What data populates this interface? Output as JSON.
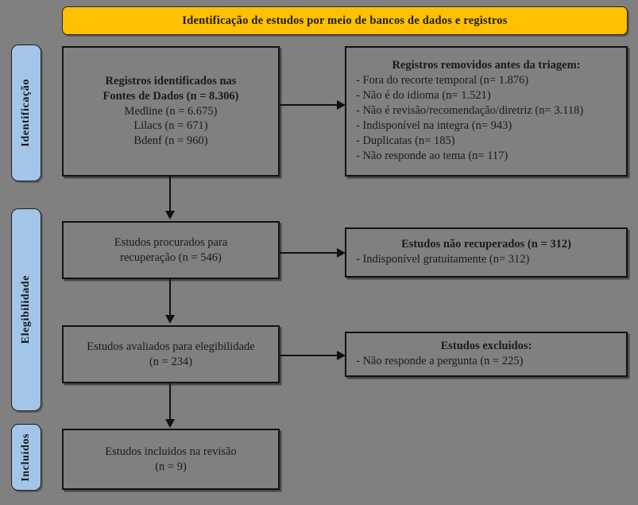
{
  "banner": {
    "title": "Identificação de estudos por meio de bancos de dados e registros"
  },
  "stages": [
    {
      "id": "identificacao",
      "label": "Identificação"
    },
    {
      "id": "elegibilidade",
      "label": "Elegibilidade"
    },
    {
      "id": "incluidos",
      "label": "Incluídos"
    }
  ],
  "boxes": {
    "identified": {
      "lines": [
        "Registros identificados nas",
        "Fontes de Dados (n = 8.306)",
        "Medline (n = 6.675)",
        "Lilacs (n = 671)",
        "Bdenf (n = 960)"
      ]
    },
    "removed": {
      "title": "Registros removidos antes da triagem:",
      "items": [
        "-  Fora do recorte temporal (n= 1.876)",
        "-  Não é do idioma (n= 1.521)",
        "-  Não é revisão/recomendação/diretriz (n= 3.118)",
        "-  Indisponível na integra (n= 943)",
        "-  Duplicatas (n= 185)",
        "-  Não responde ao tema (n= 117)"
      ]
    },
    "sought": {
      "lines": [
        "Estudos procurados para",
        "recuperação (n = 546)"
      ]
    },
    "not_retrieved": {
      "title": "Estudos não recuperados (n = 312)",
      "items": [
        "- Indisponível gratuitamente (n= 312)"
      ]
    },
    "assessed": {
      "lines": [
        "Estudos avaliados para elegibilidade",
        "(n = 234)"
      ]
    },
    "excluded": {
      "title": "Estudos excluidos:",
      "items": [
        "- Não responde a pergunta (n = 225)"
      ]
    },
    "included": {
      "lines": [
        "Estudos incluidos na revisão",
        "(n = 9)"
      ]
    }
  },
  "arrows": [
    {
      "id": "down-1",
      "direction": "down",
      "from": "identified",
      "to": "sought"
    },
    {
      "id": "down-2",
      "direction": "down",
      "from": "sought",
      "to": "assessed"
    },
    {
      "id": "down-3",
      "direction": "down",
      "from": "assessed",
      "to": "included"
    },
    {
      "id": "right-1",
      "direction": "right",
      "from": "identified",
      "to": "removed"
    },
    {
      "id": "right-2",
      "direction": "right",
      "from": "sought",
      "to": "not_retrieved"
    },
    {
      "id": "right-3",
      "direction": "right",
      "from": "assessed",
      "to": "excluded"
    }
  ],
  "colors": {
    "background": "#808080",
    "banner": "#FFC000",
    "stage": "#A3C5E8",
    "border": "#121212",
    "text": "#1a1a1a"
  }
}
